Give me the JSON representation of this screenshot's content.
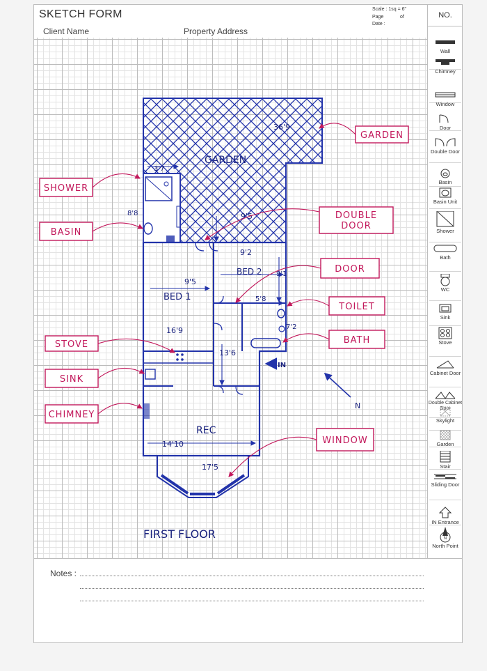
{
  "header": {
    "title": "SKETCH FORM",
    "client_label": "Client Name",
    "address_label": "Property Address",
    "scale_text": "Scale : 1sq = 6\"",
    "page_label": "Page",
    "of_label": "of",
    "date_label": "Date :",
    "no_label": "NO."
  },
  "legend": [
    {
      "label": "Wall",
      "icon": "wall-icon"
    },
    {
      "label": "Chimney",
      "icon": "chimney-icon"
    },
    {
      "label": "Window",
      "icon": "window-icon"
    },
    {
      "label": "Door",
      "icon": "door-icon"
    },
    {
      "label": "Double Door",
      "icon": "double-door-icon"
    },
    {
      "label": "Basin",
      "icon": "basin-icon"
    },
    {
      "label": "Basin Unit",
      "icon": "basin-unit-icon"
    },
    {
      "label": "Shower",
      "icon": "shower-icon"
    },
    {
      "label": "Bath",
      "icon": "bath-icon"
    },
    {
      "label": "WC",
      "icon": "wc-icon"
    },
    {
      "label": "Sink",
      "icon": "sink-icon"
    },
    {
      "label": "Stove",
      "icon": "stove-icon"
    },
    {
      "label": "Cabinet Door",
      "icon": "cabinet-door-icon"
    },
    {
      "label": "Double Cabinet Door",
      "icon": "double-cabinet-door-icon"
    },
    {
      "label": "Skylight",
      "icon": "skylight-icon"
    },
    {
      "label": "Garden",
      "icon": "garden-icon"
    },
    {
      "label": "Stair",
      "icon": "stair-icon"
    },
    {
      "label": "Sliding Door",
      "icon": "sliding-door-icon"
    },
    {
      "label": "IN Entrance",
      "icon": "entrance-arrow-icon"
    },
    {
      "label": "North Point",
      "icon": "north-point-icon"
    }
  ],
  "plan": {
    "rooms": {
      "garden": "GARDEN",
      "bed1": "BED 1",
      "bed2": "BED 2",
      "rec": "REC",
      "floor_title": "FIRST FLOOR"
    },
    "dimensions": {
      "garden": "36'9",
      "shower_w": "3'7",
      "shower_h": "8'8",
      "bed2_top": "9'5",
      "bed2_w": "9'2",
      "bed1_w": "9'5",
      "bed2_h": "9'1",
      "bath_w": "5'8",
      "bath_h": "7'2",
      "kitchen_w": "16'9",
      "hall_h": "13'6",
      "rec_w": "14'10",
      "bay_w": "17'5"
    },
    "entrance_label": "IN",
    "north_label": "N",
    "callouts": [
      "SHOWER",
      "BASIN",
      "STOVE",
      "SINK",
      "CHIMNEY",
      "GARDEN",
      "DOUBLE DOOR",
      "DOOR",
      "TOILET",
      "BATH",
      "WINDOW"
    ]
  },
  "notes": {
    "label": "Notes :"
  }
}
